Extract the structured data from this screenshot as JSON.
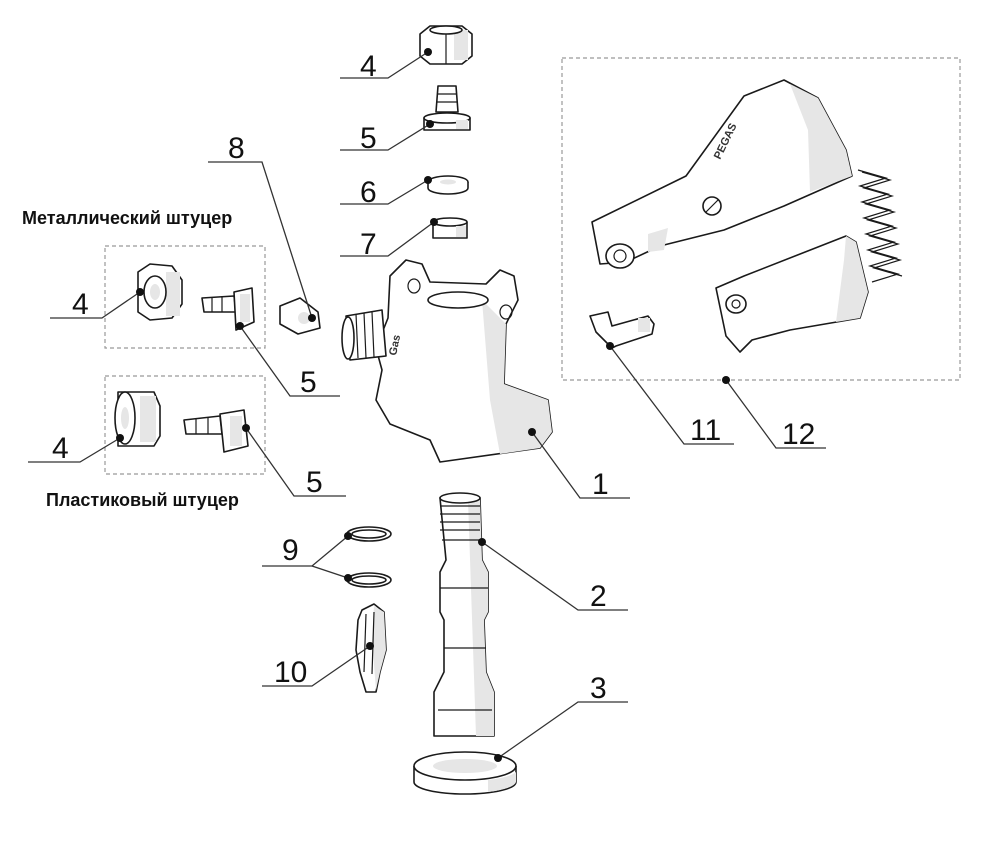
{
  "captions": {
    "metal": "Металлический штуцер",
    "plastic": "Пластиковый штуцер"
  },
  "body_mark": "Gas",
  "lever_mark": "PEGAS",
  "labels": {
    "top_4": "4",
    "top_5": "5",
    "top_6": "6",
    "top_7": "7",
    "top_8": "8",
    "metal_4": "4",
    "metal_5": "5",
    "plastic_4": "4",
    "plastic_5": "5",
    "body_1": "1",
    "spear_2": "2",
    "ring_3": "3",
    "orings_9": "9",
    "check_10": "10",
    "pin_11": "11",
    "lever_12": "12"
  }
}
